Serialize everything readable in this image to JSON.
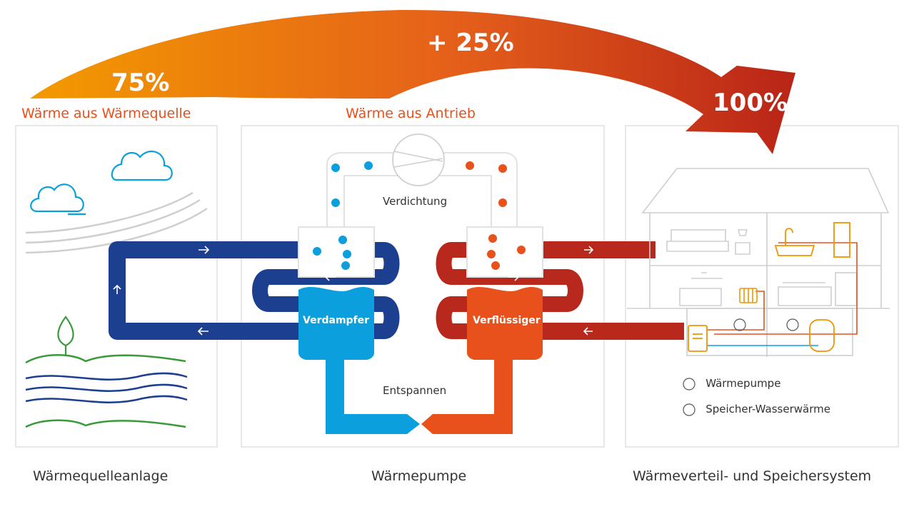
{
  "arrow": {
    "left_pct": "75%",
    "mid_pct": "+ 25%",
    "right_pct": "100%"
  },
  "headers": {
    "source_heat": "Wärme aus Wärmequelle",
    "drive_heat": "Wärme aus Antrieb"
  },
  "heatpump": {
    "compression": "Verdichtung",
    "evaporator": "Verdampfer",
    "condenser": "Verflüssiger",
    "expansion": "Entspannen"
  },
  "house": {
    "marker1": "①",
    "marker2": "②",
    "legend": [
      {
        "marker": "①",
        "label": "Wärmepumpe"
      },
      {
        "marker": "②",
        "label": "Speicher-Wasserwärme"
      }
    ]
  },
  "captions": {
    "left": "Wärmequelleanlage",
    "middle": "Wärmepumpe",
    "right": "Wärmeverteil- und Speichersystem"
  },
  "colors": {
    "dark_blue": "#1d3f8f",
    "light_blue": "#0ba0dd",
    "dark_red": "#b8281c",
    "orange_red": "#e8501c",
    "arrow_start": "#f29400",
    "arrow_end": "#c0281a",
    "green": "#3a9a3a"
  }
}
